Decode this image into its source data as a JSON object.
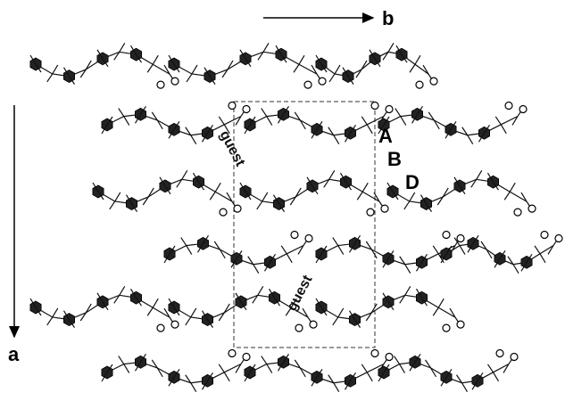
{
  "labels": {
    "axis_b": "b",
    "axis_a": "a",
    "site_a": "A",
    "site_b": "B",
    "site_d": "D",
    "guest_upper": "guest",
    "guest_lower": "guest"
  },
  "colors": {
    "ink": "#000000",
    "background": "#ffffff"
  }
}
